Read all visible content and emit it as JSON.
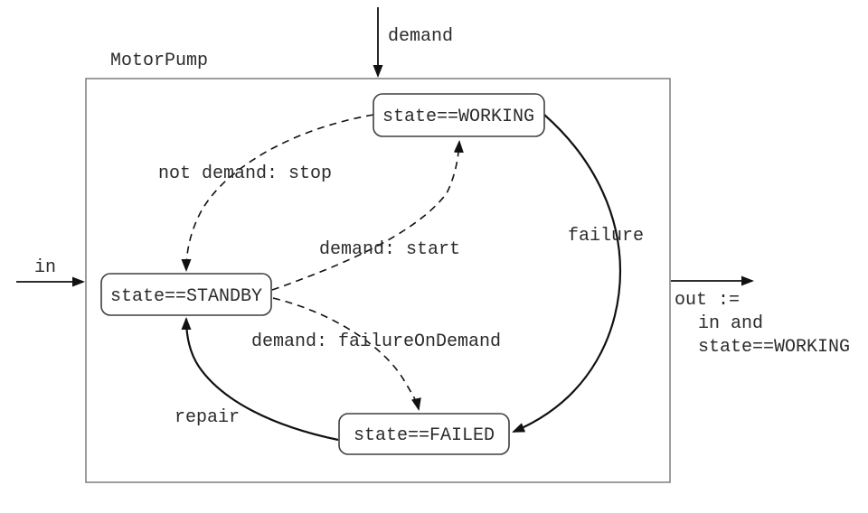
{
  "diagram": {
    "title": "MotorPump",
    "states": [
      {
        "name": "working",
        "label": "state==WORKING"
      },
      {
        "name": "standby",
        "label": "state==STANDBY"
      },
      {
        "name": "failed",
        "label": "state==FAILED"
      }
    ],
    "transitions": [
      {
        "name": "not-demand-stop",
        "from": "WORKING",
        "to": "STANDBY",
        "label": "not demand: stop",
        "line_style": "dashed"
      },
      {
        "name": "demand-start",
        "from": "STANDBY",
        "to": "WORKING",
        "label": "demand: start",
        "line_style": "dashed"
      },
      {
        "name": "demand-failure-on-demand",
        "from": "STANDBY",
        "to": "FAILED",
        "label": "demand: failureOnDemand",
        "line_style": "dashed"
      },
      {
        "name": "failure",
        "from": "WORKING",
        "to": "FAILED",
        "label": "failure",
        "line_style": "solid"
      },
      {
        "name": "repair",
        "from": "FAILED",
        "to": "STANDBY",
        "label": "repair",
        "line_style": "solid"
      }
    ],
    "inputs": [
      {
        "name": "demand",
        "label": "demand"
      },
      {
        "name": "in",
        "label": "in"
      }
    ],
    "output": {
      "name": "out",
      "lines": [
        "out :=",
        "in and",
        "state==WORKING"
      ]
    }
  },
  "colors": {
    "line": "#111111",
    "frame_border": "#7d7d7d",
    "state_border": "#3f3f3f",
    "text": "#2b2b2b",
    "background": "#ffffff"
  }
}
